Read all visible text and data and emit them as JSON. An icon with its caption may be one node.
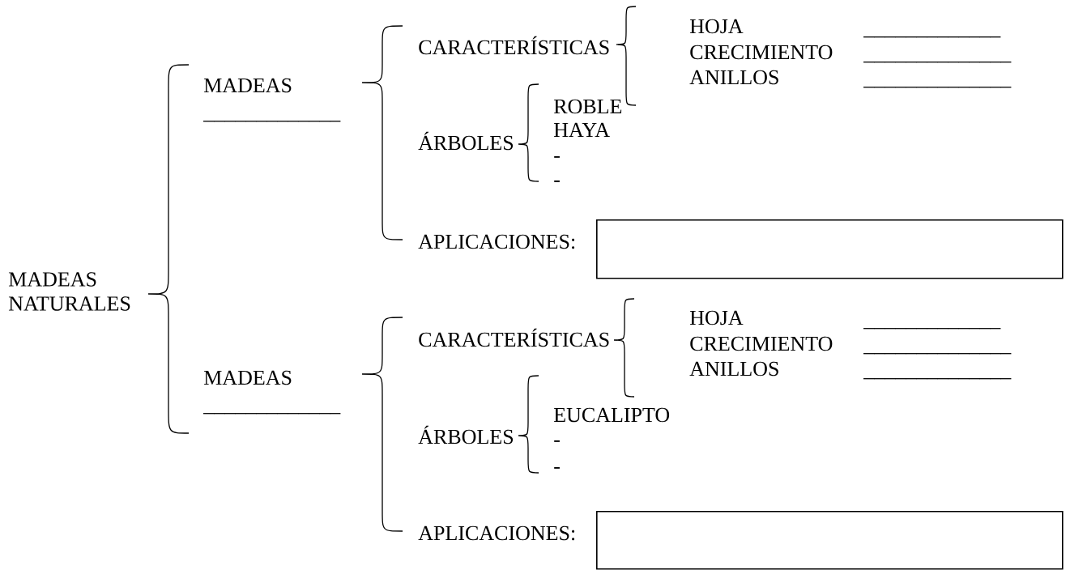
{
  "diagram": {
    "nodes": [
      {
        "text": [],
        "shape": "box"
      },
      {
        "text": [],
        "shape": "box"
      }
    ],
    "labels": [
      "HOJA",
      "_____________",
      "CARACTERÍSTICAS",
      "CRECIMIENTO",
      "______________",
      "ANILLOS",
      "______________",
      "MADEAS",
      "ROBLE",
      "_____________",
      "HAYA",
      "ÁRBOLES",
      "-",
      "-",
      "APLICACIONES:",
      "MADEAS NATURALES",
      "HOJA",
      "_____________",
      "CARACTERÍSTICAS",
      "CRECIMIENTO",
      "______________",
      "ANILLOS",
      "______________",
      "MADEAS",
      "_____________",
      "EUCALIPTO",
      "ÁRBOLES",
      "-",
      "-",
      "APLICACIONES:"
    ]
  }
}
